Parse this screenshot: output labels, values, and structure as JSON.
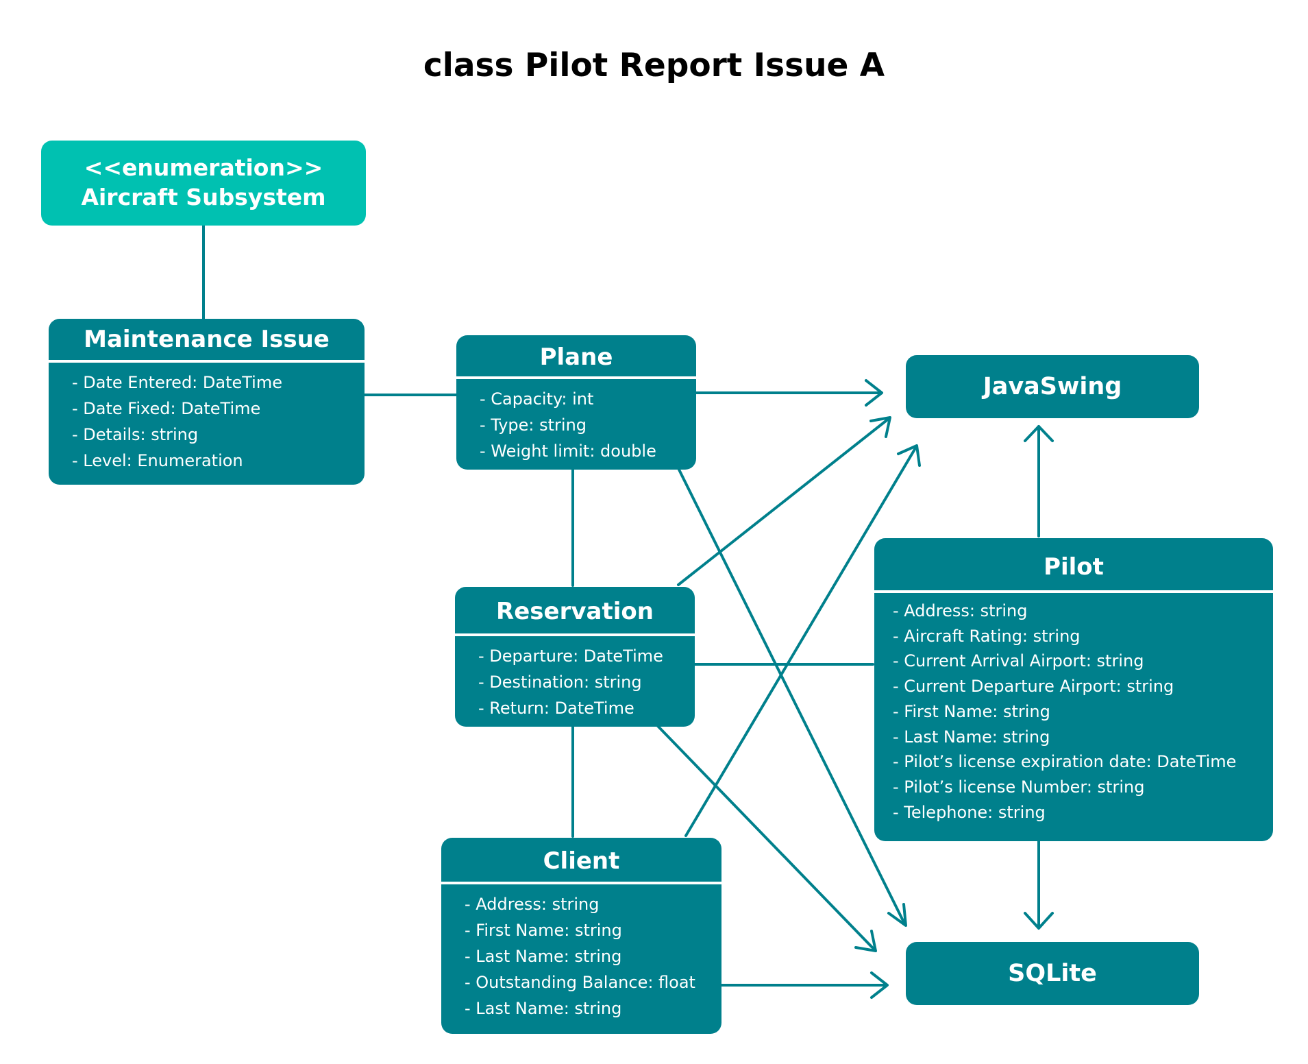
{
  "title": "class Pilot Report Issue A",
  "colors": {
    "primary": "#00808c",
    "enumeration": "#00c1b1",
    "text_on_box": "#ffffff"
  },
  "enumeration": {
    "stereotype": "<<enumeration>>",
    "name": "Aircraft Subsystem"
  },
  "maintenance_issue": {
    "name": "Maintenance Issue",
    "attributes": [
      "- Date Entered: DateTime",
      "- Date Fixed: DateTime",
      "- Details: string",
      "- Level: Enumeration"
    ]
  },
  "plane": {
    "name": "Plane",
    "attributes": [
      "- Capacity: int",
      "- Type: string",
      "- Weight limit: double"
    ]
  },
  "reservation": {
    "name": "Reservation",
    "attributes": [
      "- Departure: DateTime",
      "- Destination: string",
      "- Return: DateTime"
    ]
  },
  "client": {
    "name": "Client",
    "attributes": [
      "- Address: string",
      "- First Name: string",
      "- Last Name: string",
      "- Outstanding Balance: float",
      "- Last Name: string"
    ]
  },
  "pilot": {
    "name": "Pilot",
    "attributes": [
      "- Address: string",
      "- Aircraft Rating: string",
      "- Current Arrival Airport: string",
      "- Current Departure Airport: string",
      "- First Name: string",
      "- Last Name: string",
      "- Pilot’s license expiration date: DateTime",
      "- Pilot’s license Number: string",
      "- Telephone: string"
    ]
  },
  "javaswing": {
    "name": "JavaSwing"
  },
  "sqlite": {
    "name": "SQLite"
  }
}
